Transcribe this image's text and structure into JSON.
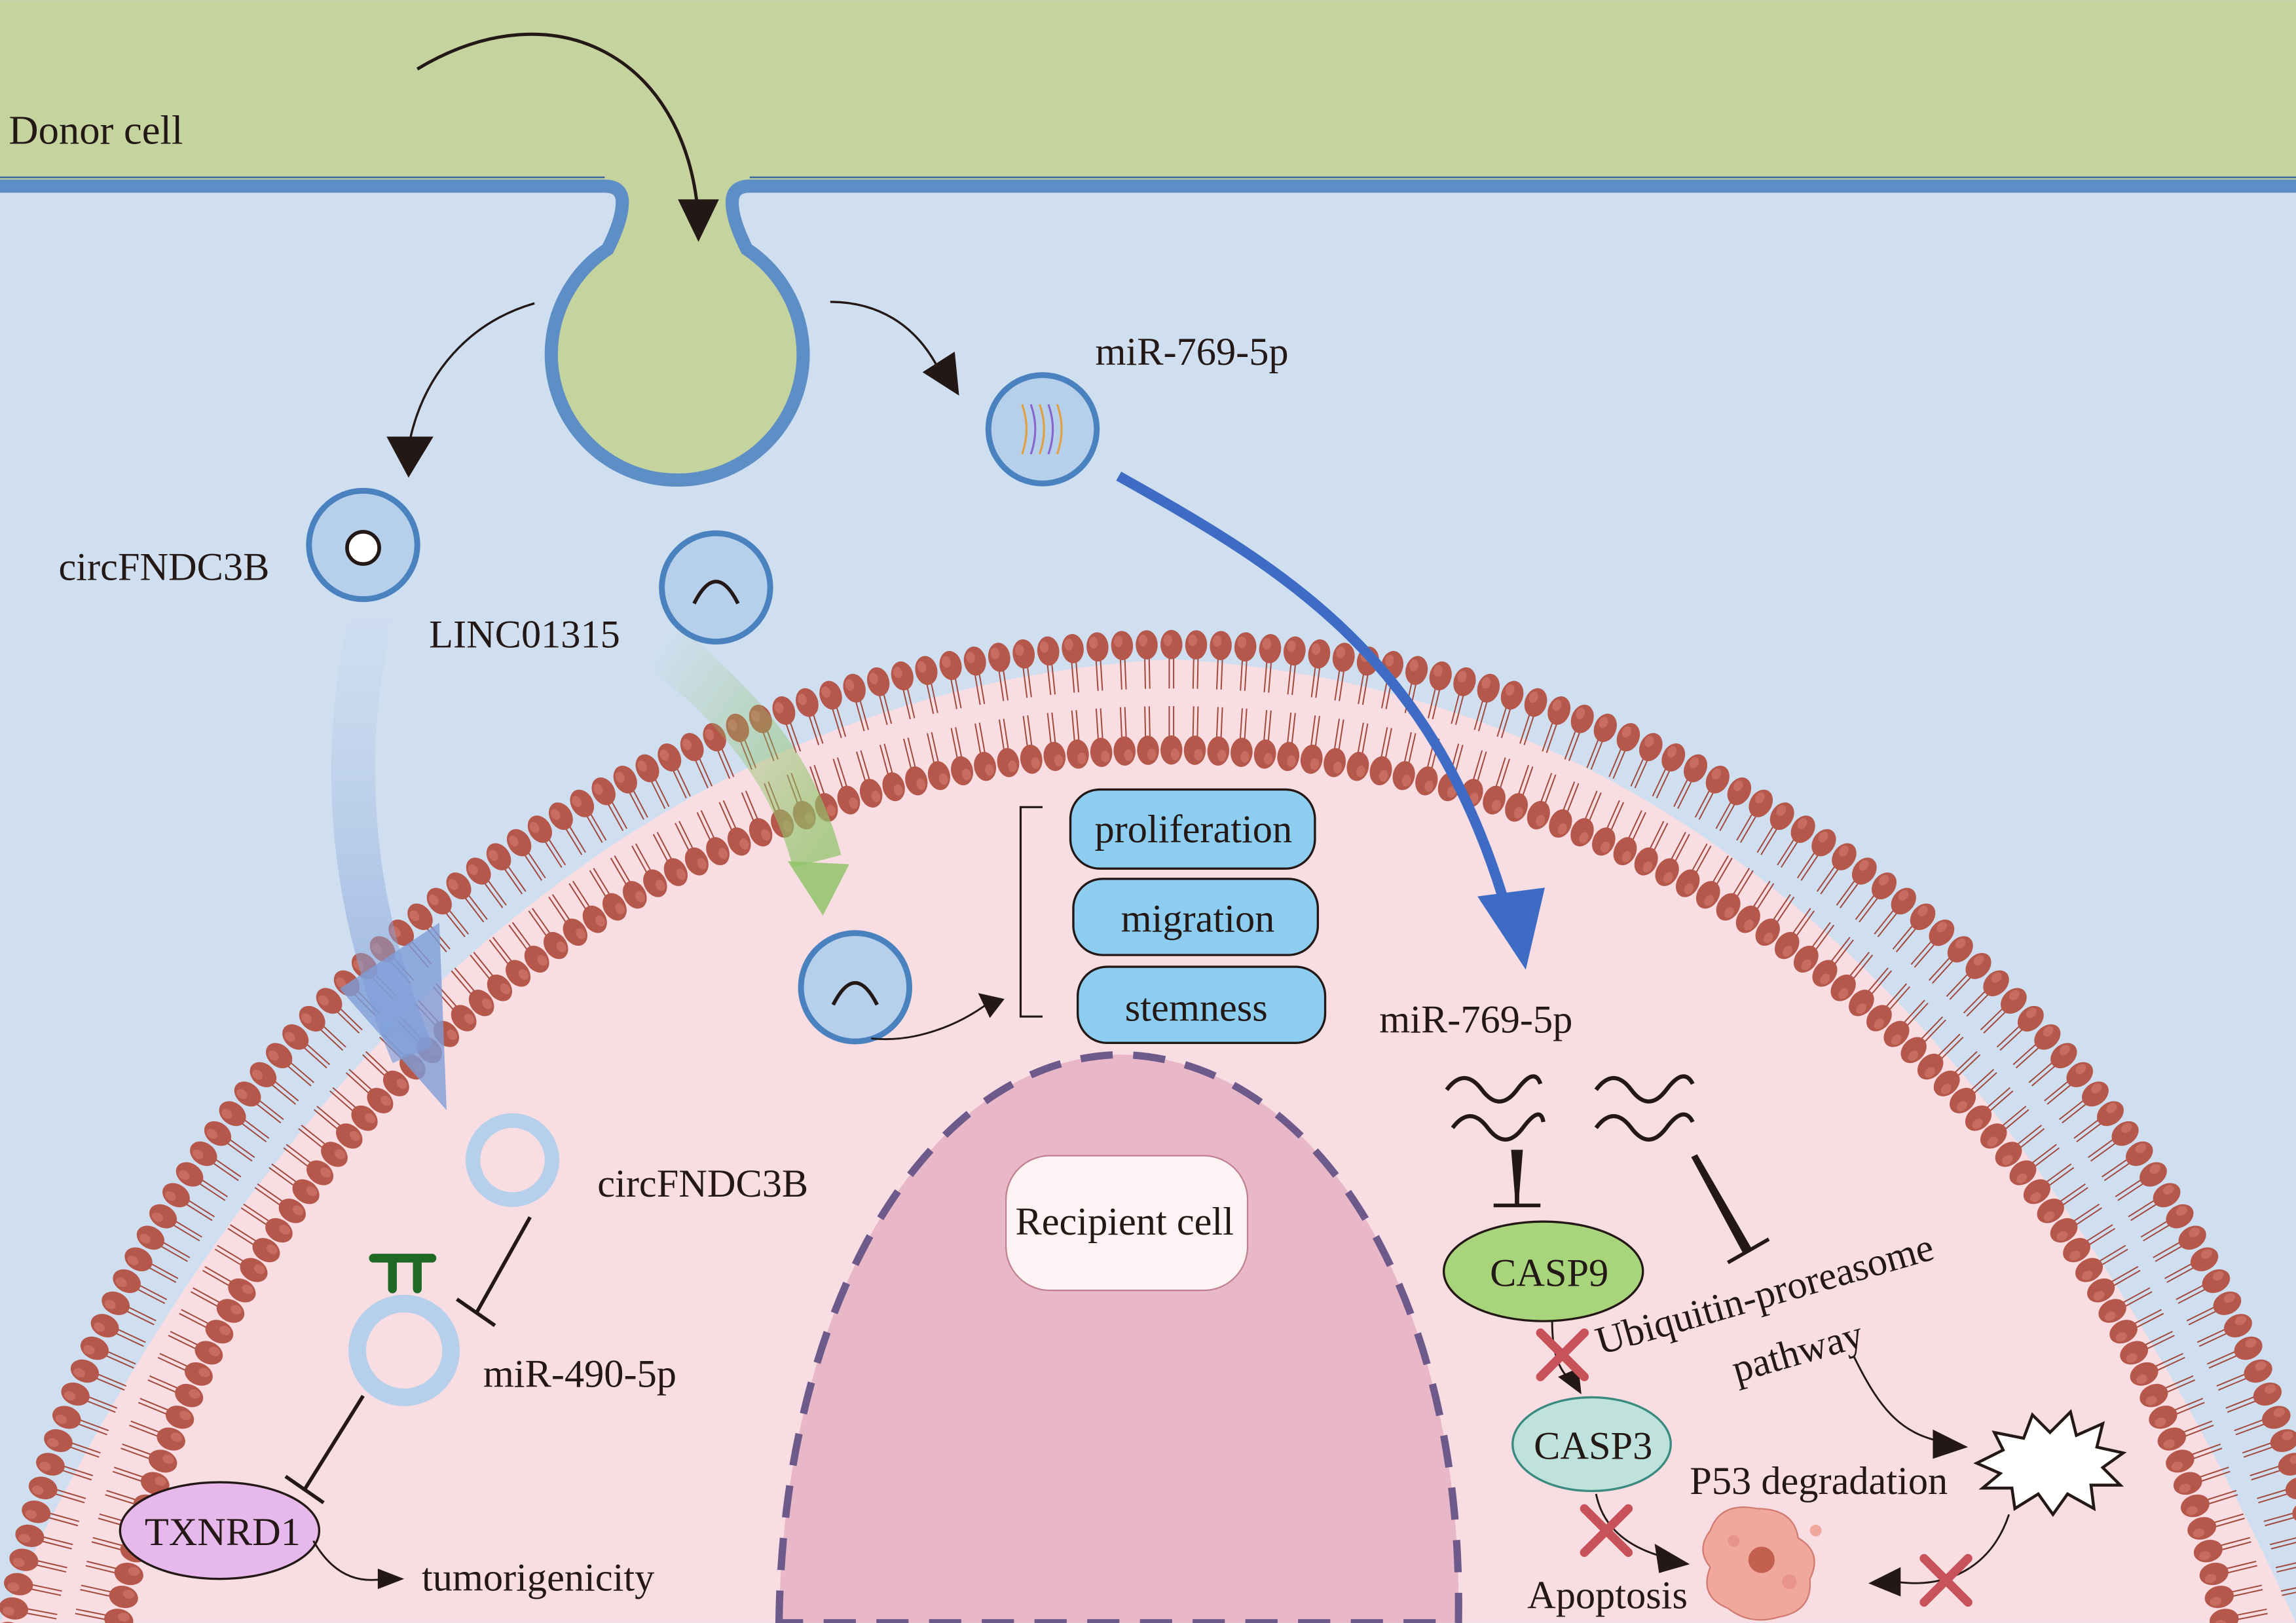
{
  "labels": {
    "donor_cell": "Donor cell",
    "recipient_cell": "Recipient cell",
    "circ_vesicle": "circFNDC3B",
    "linc_vesicle": "LINC01315",
    "mir_vesicle": "miR-769-5p",
    "proliferation": "proliferation",
    "migration": "migration",
    "stemness": "stemness",
    "mir769_inside": "miR-769-5p",
    "casp9": "CASP9",
    "casp3": "CASP3",
    "ubiquitin_line1": "Ubiquitin-proreasome",
    "ubiquitin_line2": "pathway",
    "p53": "P53 degradation",
    "apoptosis": "Apoptosis",
    "circ_inside": "circFNDC3B",
    "mir490": "miR-490-5p",
    "txnrd1": "TXNRD1",
    "tumorigenicity": "tumorigenicity"
  },
  "colors": {
    "donor_fill": "#c5d39f",
    "extracellular": "#cfdff0",
    "donor_membrane": "#5d8fc6",
    "lipid_head": "#b5584b",
    "lipid_tail": "#a24a3e",
    "cytoplasm": "#f8dde2",
    "nucleus": "#e8b8c8",
    "nucleus_border": "#6e5a8a",
    "outcome_box": "#8ccdf0",
    "casp9_fill": "#a8d47c",
    "casp3_fill": "#bfe3dc",
    "txnrd1_fill": "#e6b8ec",
    "blue_arrow": "#3e6cc4",
    "green_arrow": "#8fc46a",
    "inhibition_cross": "#c8525a"
  }
}
